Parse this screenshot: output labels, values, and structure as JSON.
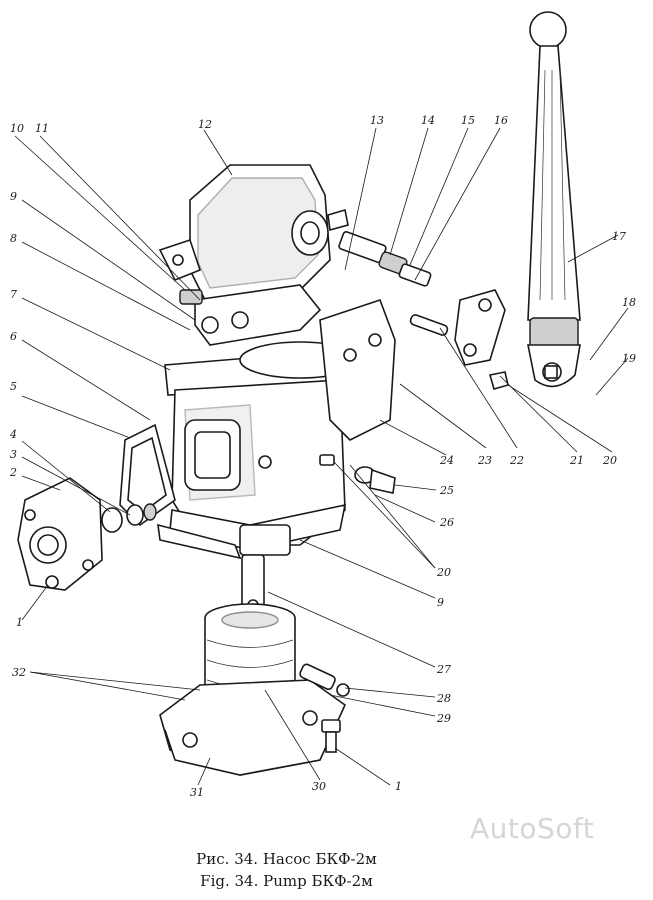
{
  "caption": {
    "ru": "Рис. 34. Насос БКФ-2м",
    "en": "Fig. 34. Pump БКФ-2м"
  },
  "watermark": "AutoSoft",
  "callouts": [
    "1",
    "2",
    "3",
    "4",
    "5",
    "6",
    "7",
    "8",
    "9",
    "10",
    "11",
    "12",
    "13",
    "14",
    "15",
    "16",
    "17",
    "18",
    "19",
    "20",
    "21",
    "22",
    "23",
    "24",
    "25",
    "26",
    "20",
    "9",
    "27",
    "28",
    "29",
    "30",
    "31",
    "32",
    "1"
  ],
  "colors": {
    "ink": "#1a1a1a",
    "paper": "#ffffff",
    "watermark": "#d6d6d6"
  }
}
